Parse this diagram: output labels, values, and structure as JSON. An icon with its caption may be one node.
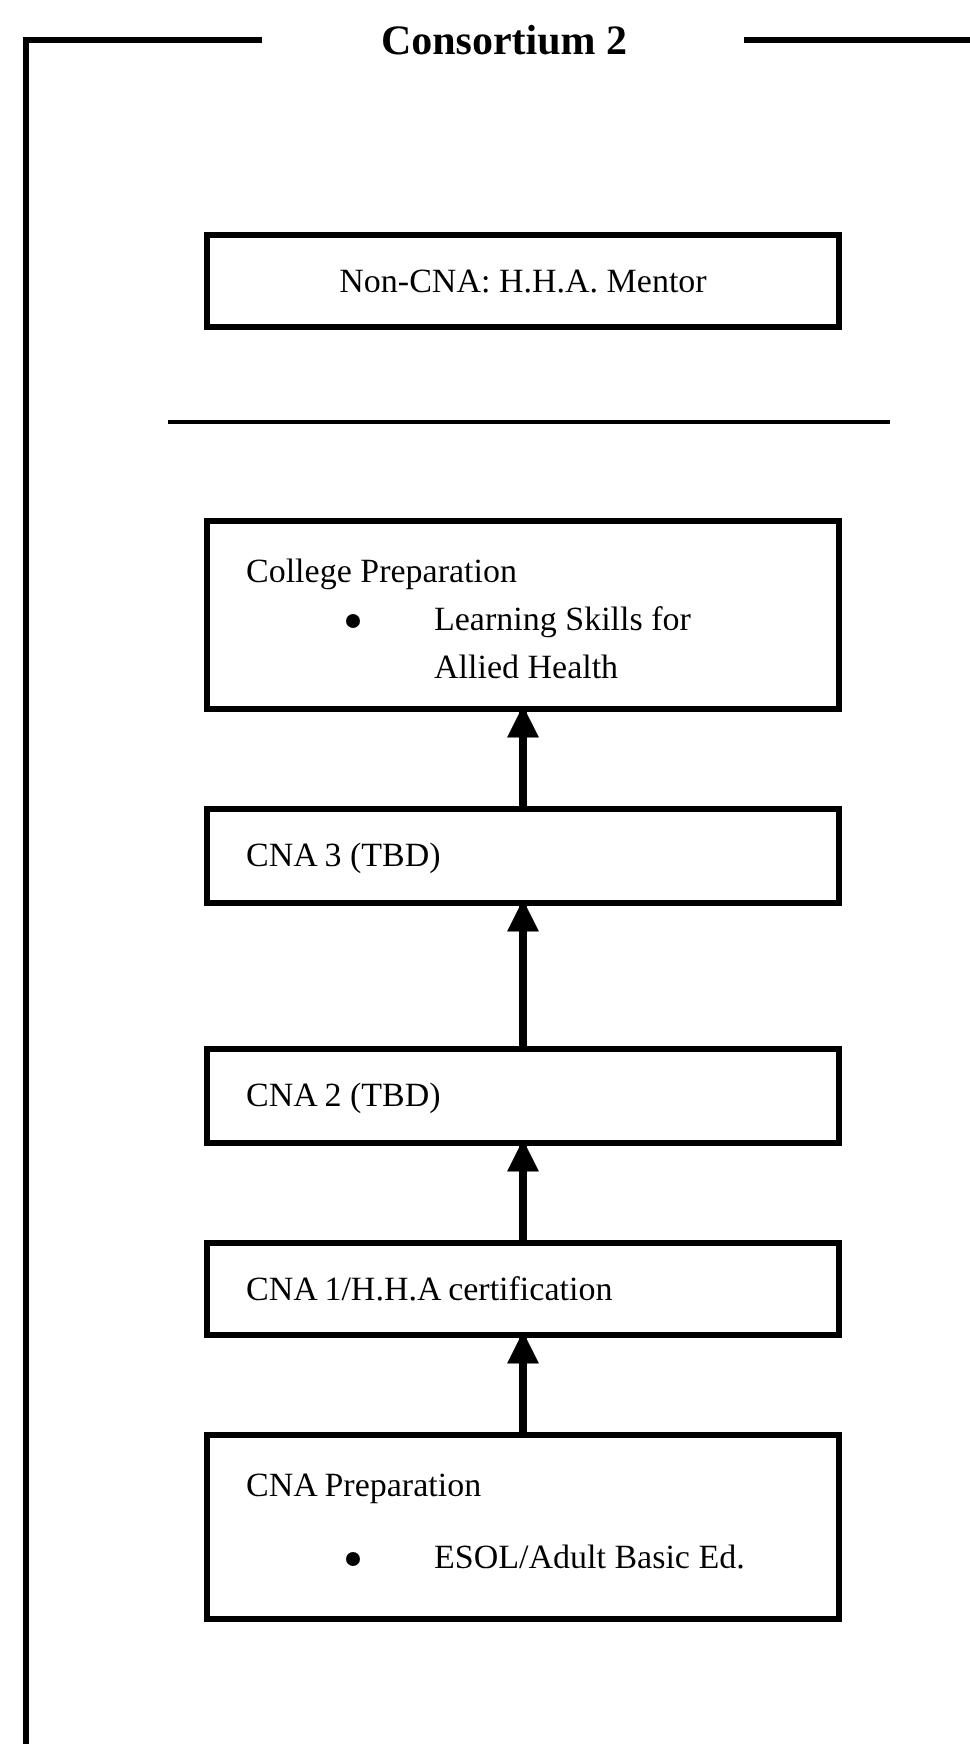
{
  "diagram": {
    "nodes": [
      {
        "text": [
          "Consortium 2"
        ]
      },
      {
        "text": [
          "Non-CNA: H.H.A. Mentor"
        ],
        "in": 0
      },
      {
        "text": [
          "College Preparation",
          "Learning Skills for Allied Health"
        ],
        "in": 0
      },
      {
        "text": [
          "CNA 3 (TBD)"
        ],
        "in": 0
      },
      {
        "text": [
          "CNA 2 (TBD)"
        ],
        "in": 0
      },
      {
        "text": [
          "CNA 1/H.H.A certification"
        ],
        "in": 0
      },
      {
        "text": [
          "CNA Preparation",
          "ESOL/Adult Basic Ed."
        ],
        "in": 0
      }
    ],
    "edges": [
      {
        "from": 3,
        "to": 2,
        "arrow": "to"
      },
      {
        "from": 4,
        "to": 3,
        "arrow": "to"
      },
      {
        "from": 5,
        "to": 4,
        "arrow": "to"
      },
      {
        "from": 6,
        "to": 5,
        "arrow": "to"
      }
    ]
  }
}
